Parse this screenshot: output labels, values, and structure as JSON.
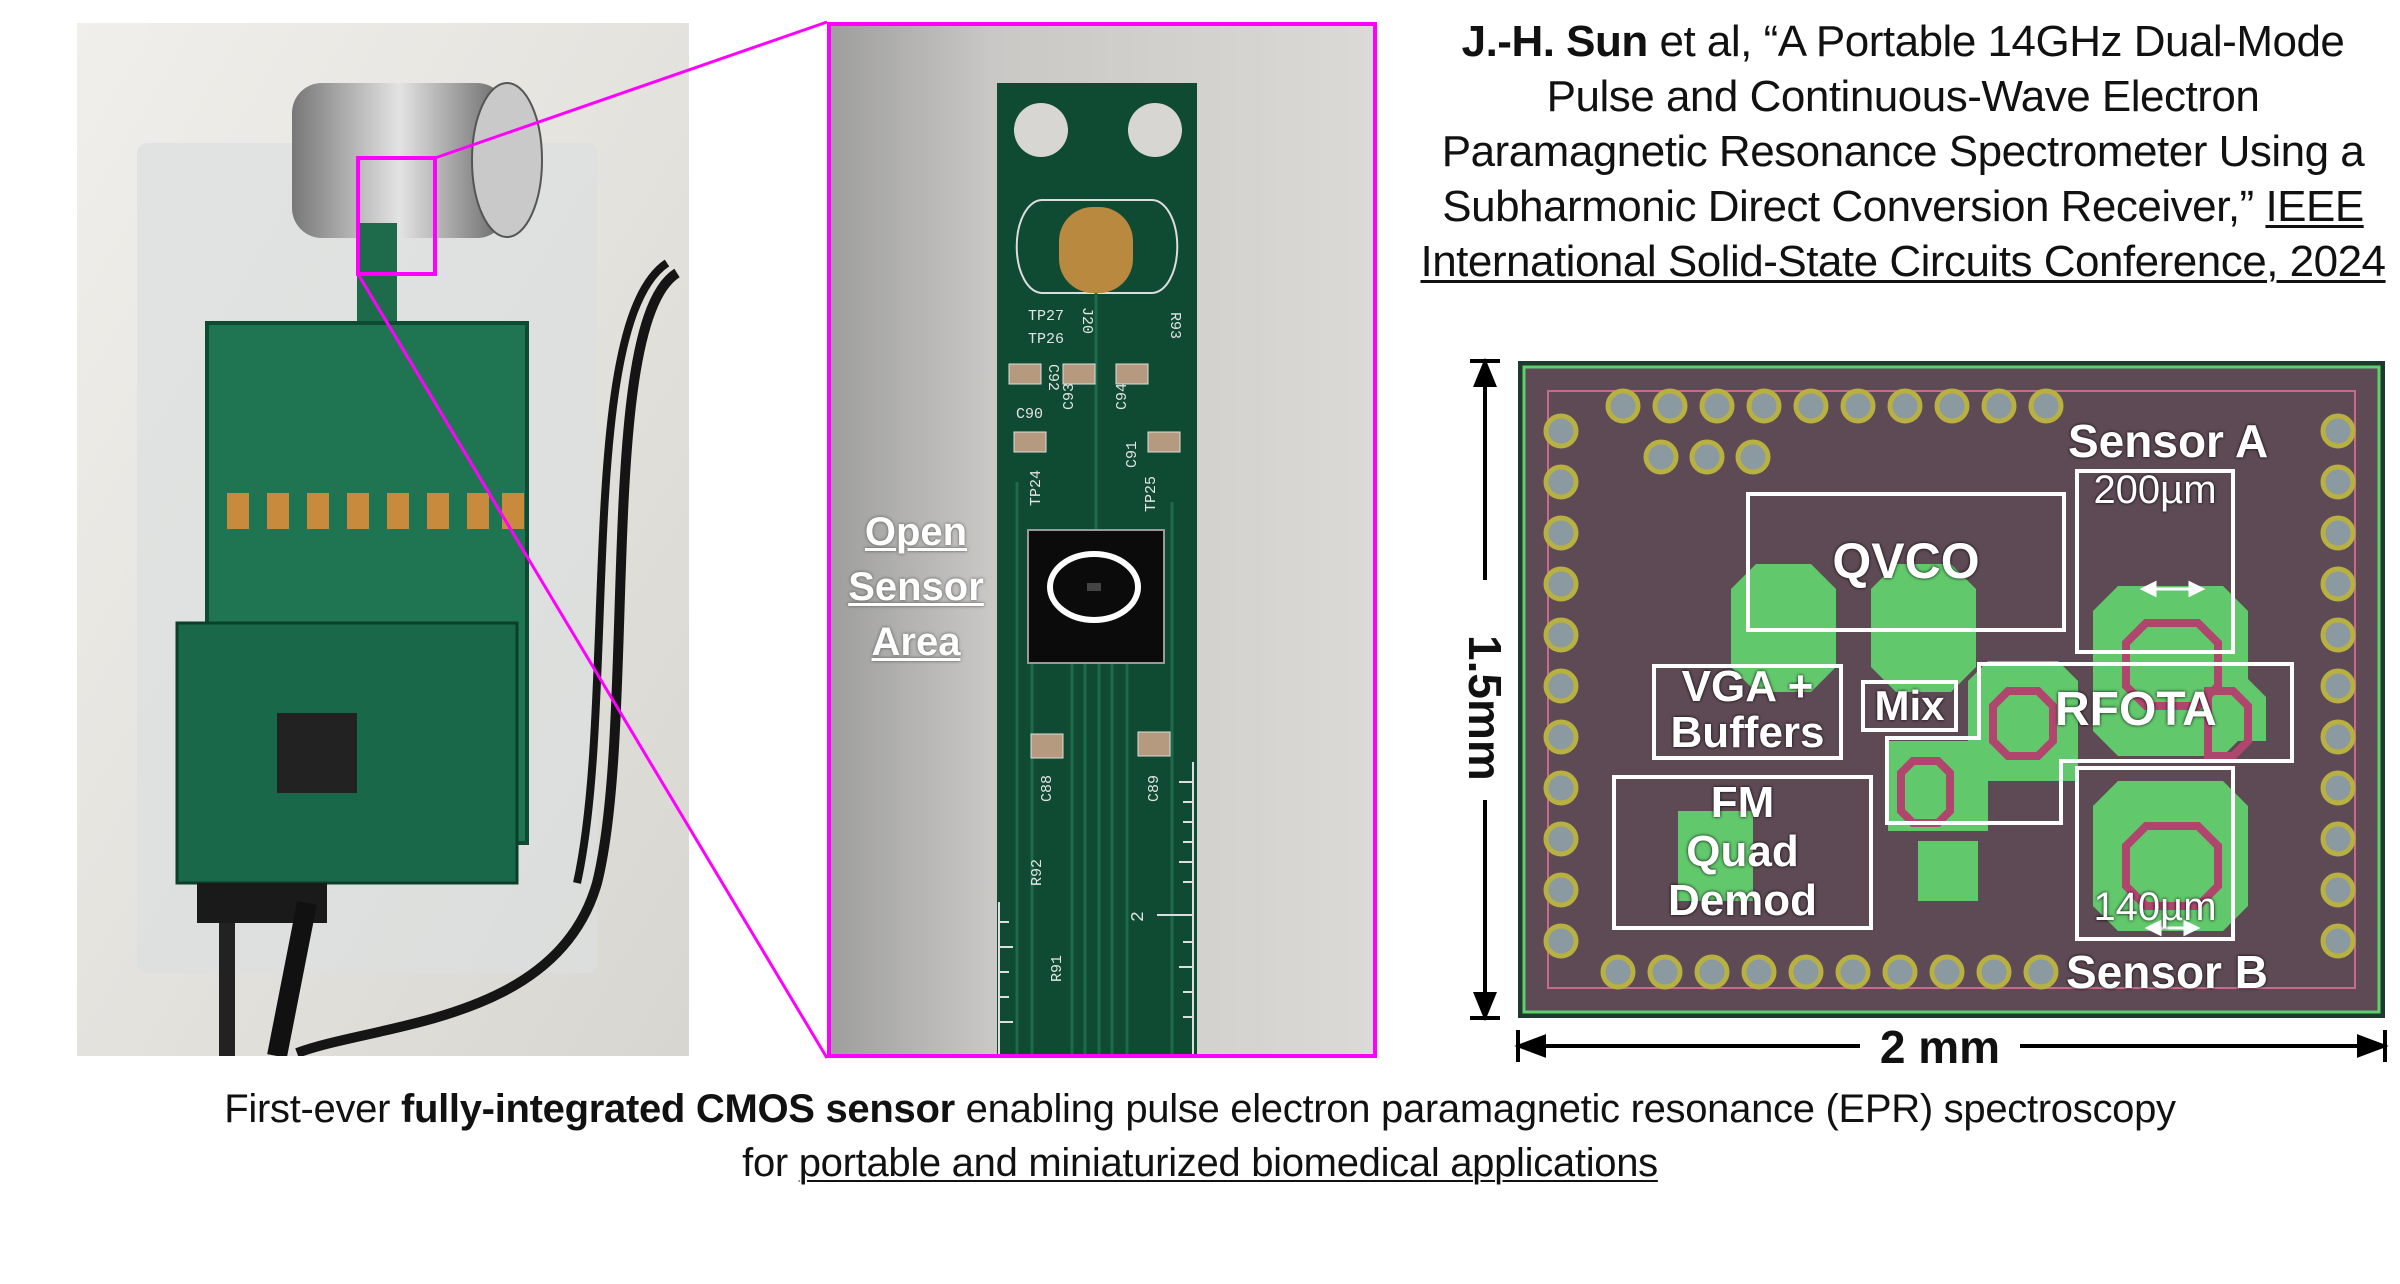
{
  "citation": {
    "author": "J.-H. Sun",
    "text": " et al, “A Portable 14GHz Dual-Mode Pulse and Continuous-Wave Electron Paramagnetic Resonance Spectrometer Using a Subharmonic Direct Conversion Receiver,” ",
    "venue": "IEEE International Solid-State Circuits Conference, 2024"
  },
  "sensor_photo": {
    "label": "Open Sensor Area",
    "pcb_labels": [
      "TP27",
      "TP26",
      "J20",
      "R93",
      "C92",
      "C90",
      "C93",
      "C94",
      "C91",
      "TP24",
      "TP25",
      "C88",
      "C89",
      "R92",
      "R91",
      "2"
    ]
  },
  "chip": {
    "blocks": {
      "qvco": "QVCO",
      "sensor_a": "Sensor A",
      "sensor_a_size": "200µm",
      "vga": "VGA +\nBuffers",
      "mix": "Mix",
      "rfota": "RFOTA",
      "fm": "FM\nQuad\nDemod",
      "sensor_b": "Sensor B",
      "sensor_b_size": "140µm"
    },
    "height_label": "1.5mm",
    "width_label": "2 mm"
  },
  "caption": {
    "pre": "First-ever ",
    "bold": "fully-integrated CMOS sensor",
    "mid": " enabling pulse electron paramagnetic resonance (EPR) spectroscopy for ",
    "underlined": "portable and miniaturized biomedical applications"
  },
  "colors": {
    "highlight": "#ff00ff",
    "pcb": "#0f4a32",
    "die": "#5e4a55",
    "metal_green": "#5fcf6f"
  }
}
